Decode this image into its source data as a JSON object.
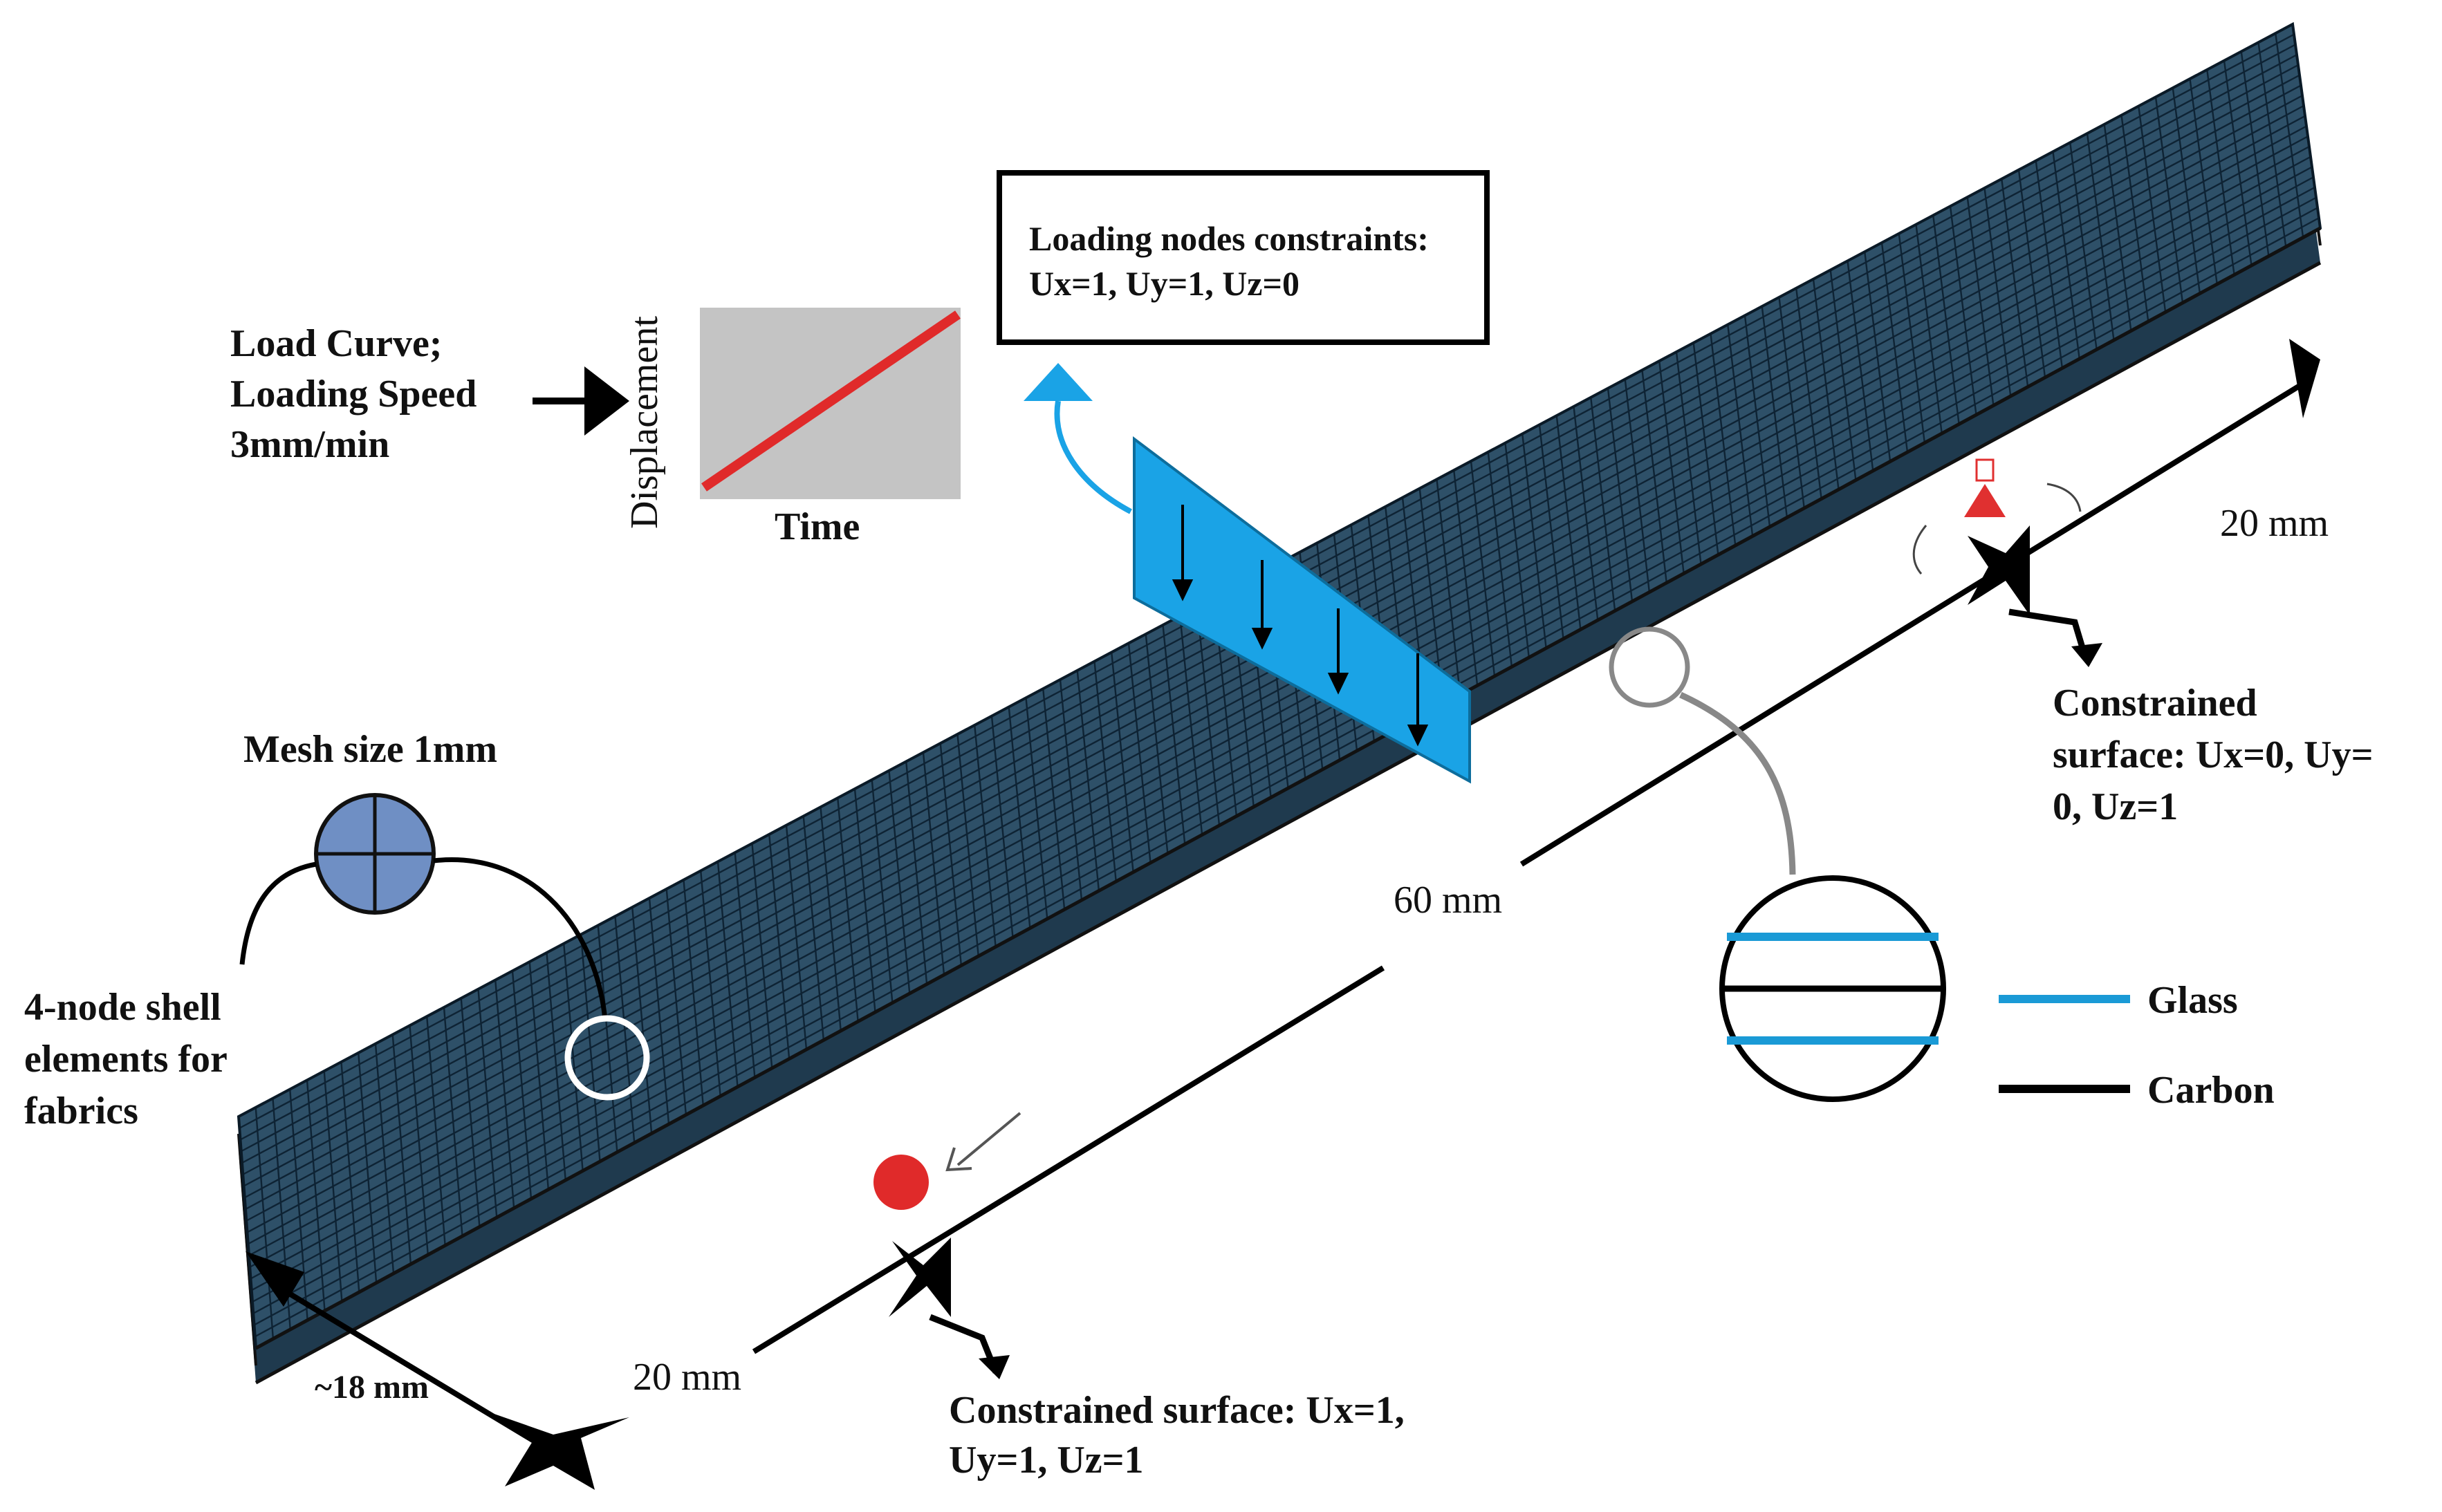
{
  "labels": {
    "load_curve_line1": "Load Curve;",
    "load_curve_line2": "Loading Speed",
    "load_curve_line3": "3mm/min",
    "displacement_axis": "Displacement",
    "time_axis": "Time",
    "loading_nodes_line1": "Loading nodes constraints:",
    "loading_nodes_line2": "Ux=1, Uy=1, Uz=0",
    "mesh_size": "Mesh size 1mm",
    "shell_line1": "4-node shell",
    "shell_line2": "elements for",
    "shell_line3": "fabrics",
    "dim_60": "60 mm",
    "dim_20_right": "20 mm",
    "dim_20_left": "20 mm",
    "dim_18": "~18 mm",
    "constrained_right_line1": "Constrained",
    "constrained_right_line2": "surface: Ux=0, Uy=",
    "constrained_right_line3": "0, Uz=1",
    "constrained_left_line1": "Constrained surface: Ux=1,",
    "constrained_left_line2": "Uy=1, Uz=1",
    "legend_glass": "Glass",
    "legend_carbon": "Carbon"
  },
  "colors": {
    "mesh_fill": "#2e5068",
    "mesh_grid": "#0e2334",
    "loader_blue": "#1aa3e6",
    "legend_glass": "#1a9ad6",
    "legend_carbon": "#000000",
    "curve_red": "#e02a2a",
    "curve_bg": "#c4c4c4",
    "support_red": "#e03030",
    "mesh_circle": "#6f8fc4"
  }
}
